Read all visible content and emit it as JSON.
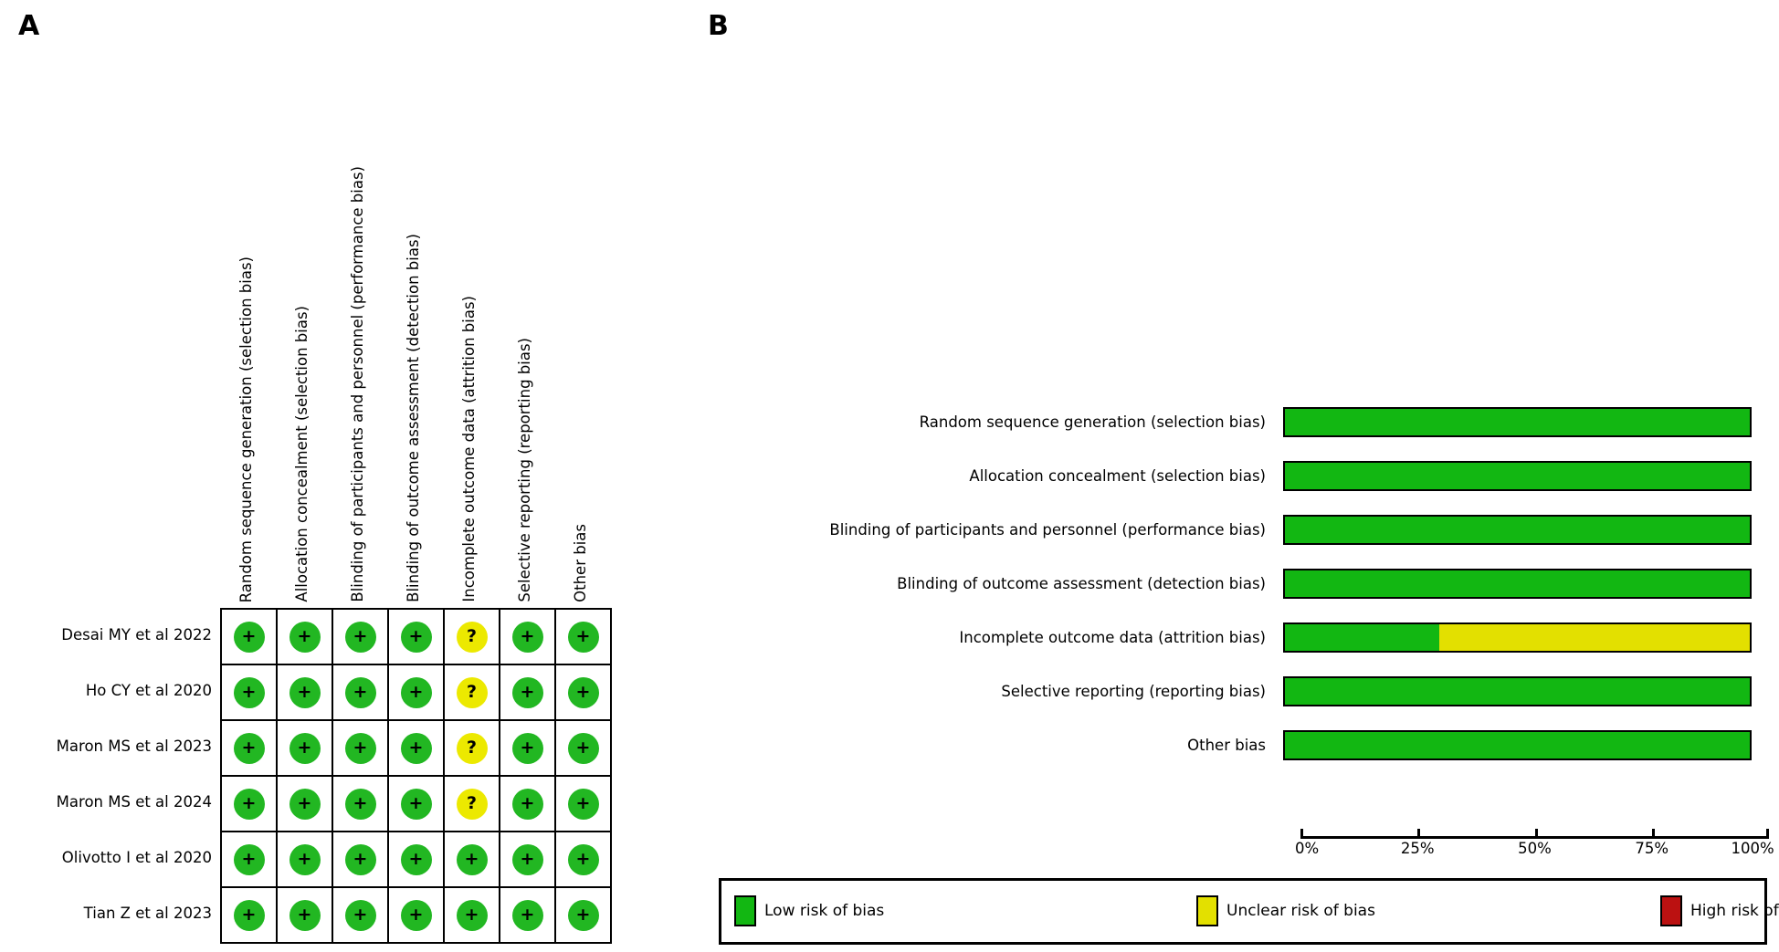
{
  "figure": {
    "panel_a_letter": "A",
    "panel_b_letter": "B"
  },
  "domains": [
    "Random sequence generation (selection bias)",
    "Allocation concealment (selection bias)",
    "Blinding of participants and personnel (performance bias)",
    "Blinding of outcome assessment (detection bias)",
    "Incomplete outcome data (attrition bias)",
    "Selective reporting (reporting bias)",
    "Other bias"
  ],
  "studies": [
    "Desai MY et al 2022",
    "Ho CY et al 2020",
    "Maron MS et al 2023",
    "Maron MS et al 2024",
    "Olivotto I et al 2020",
    "Tian Z et al 2023"
  ],
  "judgement_symbols": {
    "low": "+",
    "unclear": "?",
    "high": "−"
  },
  "colors": {
    "low": "#12b712",
    "unclear": "#e3e000",
    "high": "#bb1111",
    "outline": "#000000",
    "background": "#ffffff"
  },
  "risk_matrix": [
    [
      "low",
      "low",
      "low",
      "low",
      "unclear",
      "low",
      "low"
    ],
    [
      "low",
      "low",
      "low",
      "low",
      "unclear",
      "low",
      "low"
    ],
    [
      "low",
      "low",
      "low",
      "low",
      "unclear",
      "low",
      "low"
    ],
    [
      "low",
      "low",
      "low",
      "low",
      "unclear",
      "low",
      "low"
    ],
    [
      "low",
      "low",
      "low",
      "low",
      "low",
      "low",
      "low"
    ],
    [
      "low",
      "low",
      "low",
      "low",
      "low",
      "low",
      "low"
    ]
  ],
  "axis": {
    "ticks": [
      "0%",
      "25%",
      "50%",
      "75%",
      "100%"
    ],
    "tick_values": [
      0,
      25,
      50,
      75,
      100
    ],
    "min": 0,
    "max": 100
  },
  "legend": {
    "items": [
      {
        "key": "low",
        "label": "Low risk of bias"
      },
      {
        "key": "unclear",
        "label": "Unclear risk of bias"
      },
      {
        "key": "high",
        "label": "High risk of bias"
      }
    ]
  },
  "chart_data": {
    "type": "bar",
    "title": "",
    "xlabel": "",
    "ylabel": "",
    "xlim": [
      0,
      100
    ],
    "grid": false,
    "legend_position": "bottom",
    "orientation": "horizontal",
    "stacked": true,
    "categories": [
      "Random sequence generation (selection bias)",
      "Allocation concealment (selection bias)",
      "Blinding of participants and personnel (performance bias)",
      "Blinding of outcome assessment (detection bias)",
      "Incomplete outcome data (attrition bias)",
      "Selective reporting (reporting bias)",
      "Other bias"
    ],
    "series": [
      {
        "name": "Low risk of bias",
        "color": "#12b712",
        "values": [
          100,
          100,
          100,
          100,
          33.3,
          100,
          100
        ]
      },
      {
        "name": "Unclear risk of bias",
        "color": "#e3e000",
        "values": [
          0,
          0,
          0,
          0,
          66.7,
          0,
          0
        ]
      },
      {
        "name": "High risk of bias",
        "color": "#bb1111",
        "values": [
          0,
          0,
          0,
          0,
          0,
          0,
          0
        ]
      }
    ]
  }
}
